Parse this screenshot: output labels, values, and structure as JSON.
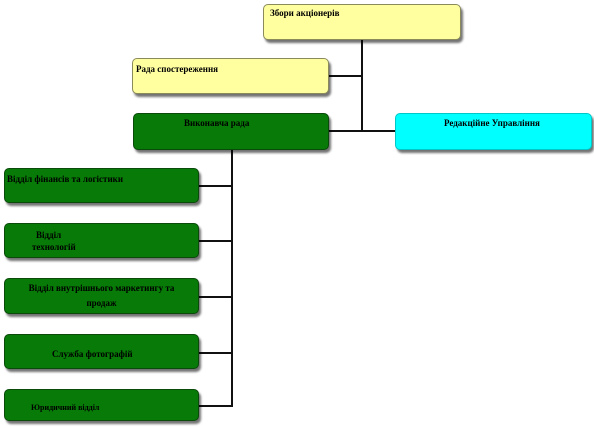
{
  "nodes": {
    "shareholders": "Збори акціонерів",
    "supervisory": "Рада спостереження",
    "executive": "Виконавча рада",
    "editorial": "Редакційне  Управління",
    "finance": "Відділ  фінансів  та логістики",
    "tech_line1": "Відділ",
    "tech_line2": "технологій",
    "marketing_line1": "Відділ внутрішнього маркетингу та",
    "marketing_line2": "продаж",
    "photo": "Служба фотографій",
    "legal": "Юридичний відділ"
  },
  "colors": {
    "top_level": "#ffffa0",
    "executive_units": "#077a07",
    "editorial": "#00ffff"
  }
}
